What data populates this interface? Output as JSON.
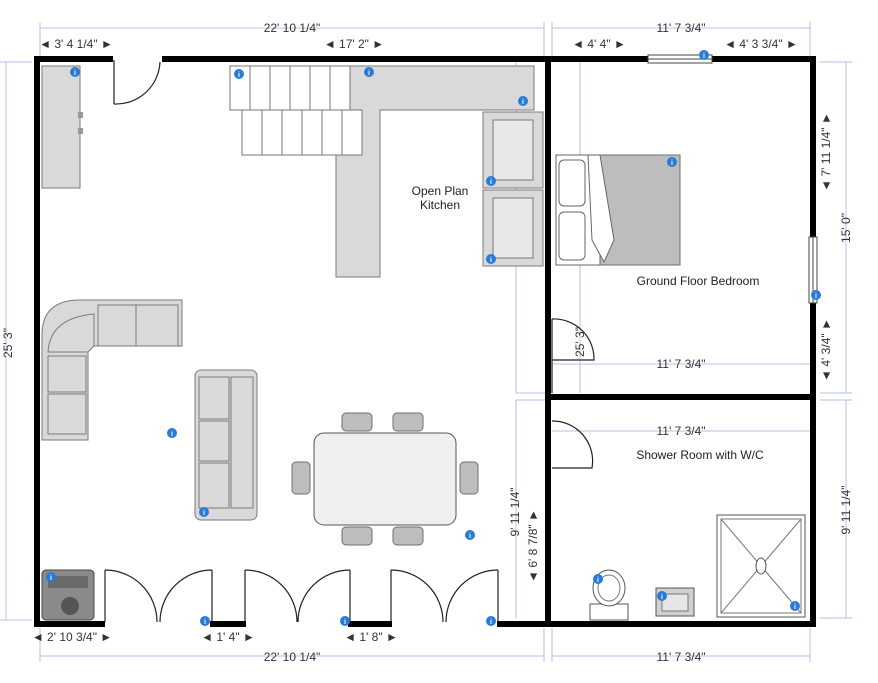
{
  "rooms": {
    "kitchen_line1": "Open Plan",
    "kitchen_line2": "Kitchen",
    "bedroom": "Ground Floor Bedroom",
    "shower": "Shower Room with W/C"
  },
  "dimensions": {
    "top_total": "22' 10 1/4\"",
    "top_left_seg": "◄ 3' 4 1/4\" ►",
    "top_mid_seg": "◄ 17' 2\" ►",
    "top_right_total": "11' 7 3/4\"",
    "top_right_seg1": "◄ 4' 4\" ►",
    "top_right_seg2": "◄ 4' 3 3/4\" ►",
    "left_height": "25' 3\"",
    "right_height": "15' 0\"",
    "right_seg1": "◄ 7' 11 1/4\" ►",
    "right_seg2": "◄ 4' 3/4\" ►",
    "bedroom_inner_width": "11' 7 3/4\"",
    "bedroom_inner_height": "25' 3\"",
    "shower_inner_width": "11' 7 3/4\"",
    "shower_height_right": "9' 11 1/4\"",
    "shower_height_left": "9' 11 1/4\"",
    "shower_height_seg": "◄ 6' 8 7/8\" ►",
    "bottom_seg1": "◄ 2' 10 3/4\" ►",
    "bottom_seg2": "◄ 1' 4\" ►",
    "bottom_seg3": "◄ 1' 8\" ►",
    "bottom_total": "22' 10 1/4\"",
    "bottom_right_total": "11' 7 3/4\""
  },
  "icons": {
    "info": "i"
  },
  "colors": {
    "wall": "#000000",
    "dimension_line": "#b9bee8",
    "furniture": "#d9d9d9",
    "info_marker": "#2a7bd6"
  }
}
